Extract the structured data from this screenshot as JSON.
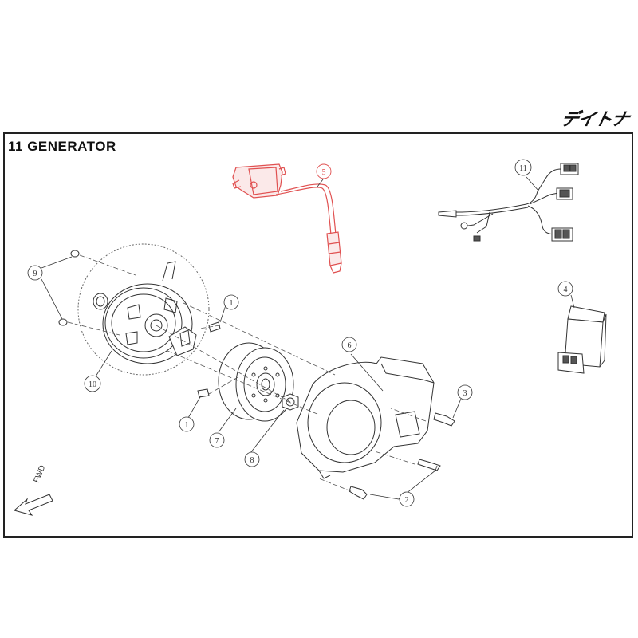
{
  "header": {
    "brand_logo": "デイトナ",
    "section_title": "11 GENERATOR"
  },
  "direction": {
    "label": "FWD"
  },
  "colors": {
    "highlight": "#e05050",
    "line": "#333333"
  },
  "callouts": [
    "1",
    "1",
    "2",
    "3",
    "4",
    "5",
    "6",
    "7",
    "8",
    "9",
    "10",
    "11"
  ]
}
